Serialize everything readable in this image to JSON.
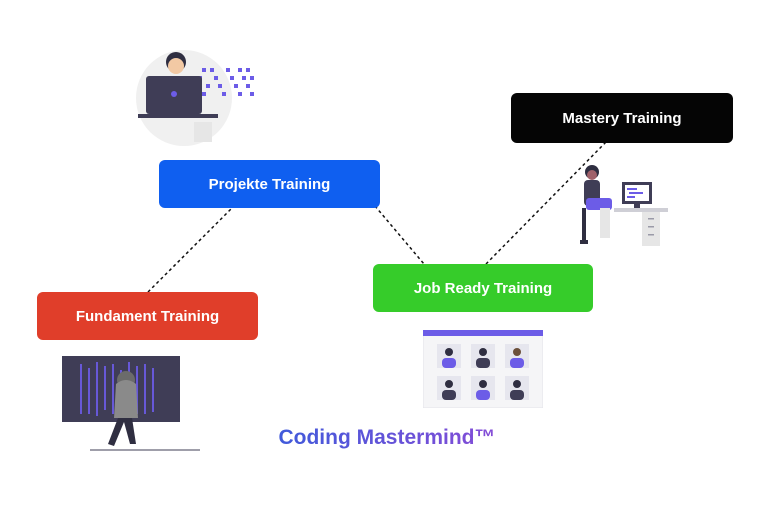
{
  "boxes": {
    "fundament": {
      "label": "Fundament Training",
      "color": "#e03e2a"
    },
    "projekte": {
      "label": "Projekte Training",
      "color": "#0f5ff0"
    },
    "jobready": {
      "label": "Job Ready Training",
      "color": "#36cc2a"
    },
    "mastery": {
      "label": "Mastery Training",
      "color": "#050505"
    }
  },
  "brand": {
    "text": "Coding Mastermind™"
  },
  "colors": {
    "accent": "#6c5ce7",
    "connector": "#111111"
  },
  "illustrations": [
    "developer-at-laptop-icon",
    "hooded-person-code-wall-icon",
    "video-call-grid-icon",
    "person-at-desk-computer-icon"
  ]
}
